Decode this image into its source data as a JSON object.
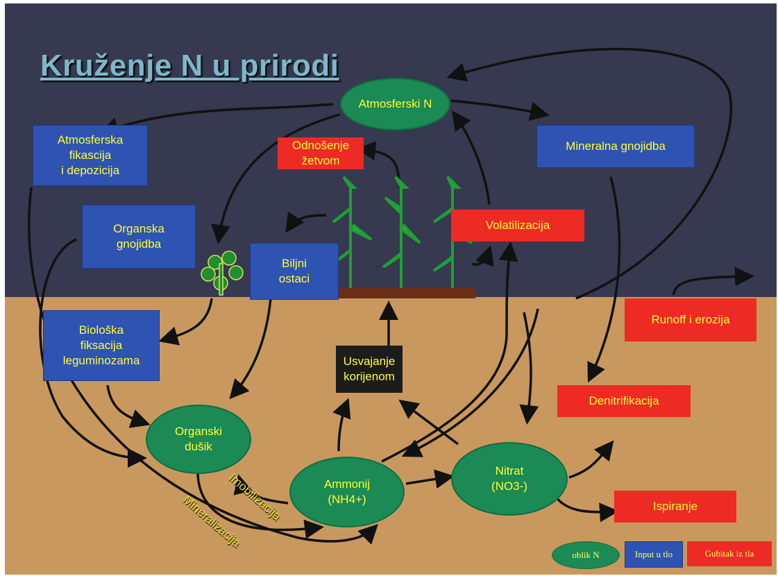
{
  "title": "Kruženje N u prirodi",
  "nodes": {
    "atmospheric_n": "Atmosferski N",
    "atm_fixation": "Atmosferska\nfikascija\ni depozicija",
    "harvest_removal": "Odnošenje\nžetvom",
    "mineral_fertilization": "Mineralna gnojidba",
    "organic_fertilization": "Organska\ngnojidba",
    "plant_residues": "Biljni\nostaci",
    "volatilization": "Volatilizacija",
    "runoff_erosion": "Runoff i erozija",
    "biological_fixation": "Biološka\nfiksacija\nleguminozama",
    "root_uptake": "Usvajanje\nkorijenom",
    "denitrification": "Denitrifikacija",
    "organic_n": "Organski\ndušik",
    "ammonium": "Ammonij\n(NH4+)",
    "nitrate": "Nitrat\n(NO3-)",
    "leaching": "Ispiranje"
  },
  "process_labels": {
    "immobilization": "Imobilizacija",
    "mineralization": "Mineralizacija"
  },
  "legend": {
    "form": "oblik N",
    "input": "Input u tlo",
    "loss": "Gubitak iz tla"
  },
  "colors": {
    "sky": "#363950",
    "soil": "#c9985f",
    "box": "#2f53b3",
    "oval": "#1b8a55",
    "loss": "#ee2a24",
    "label_text": "#ffff33",
    "arrow": "#111111"
  }
}
